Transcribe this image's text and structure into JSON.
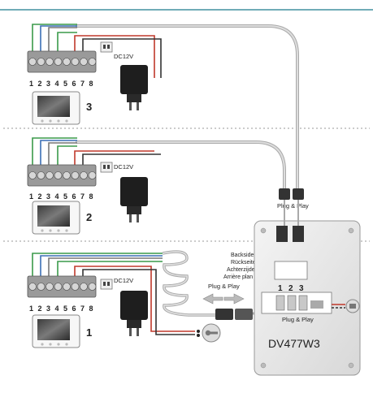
{
  "terminal_numbers": [
    "1",
    "2",
    "3",
    "4",
    "5",
    "6",
    "7",
    "8"
  ],
  "units": [
    {
      "dc_label": "DC12V",
      "unit_number": "3"
    },
    {
      "dc_label": "DC12V",
      "unit_number": "2"
    },
    {
      "dc_label": "DC12V",
      "unit_number": "1"
    }
  ],
  "plug_play_top": "Plug & Play",
  "plug_play_mid": "Plug & Play",
  "plug_play_board": "Plug & Play",
  "backside_labels": [
    "Backside",
    "Rückseite",
    "Achterzijde",
    "Arrière plan"
  ],
  "board_numbers": [
    "1",
    "2",
    "3"
  ],
  "model": "DV477W3",
  "colors": {
    "accent": "#1a7a8c",
    "wire_red": "#c0392b",
    "wire_green": "#3a9a4a",
    "wire_blue": "#3b6fb6",
    "wire_gray": "#777777"
  }
}
